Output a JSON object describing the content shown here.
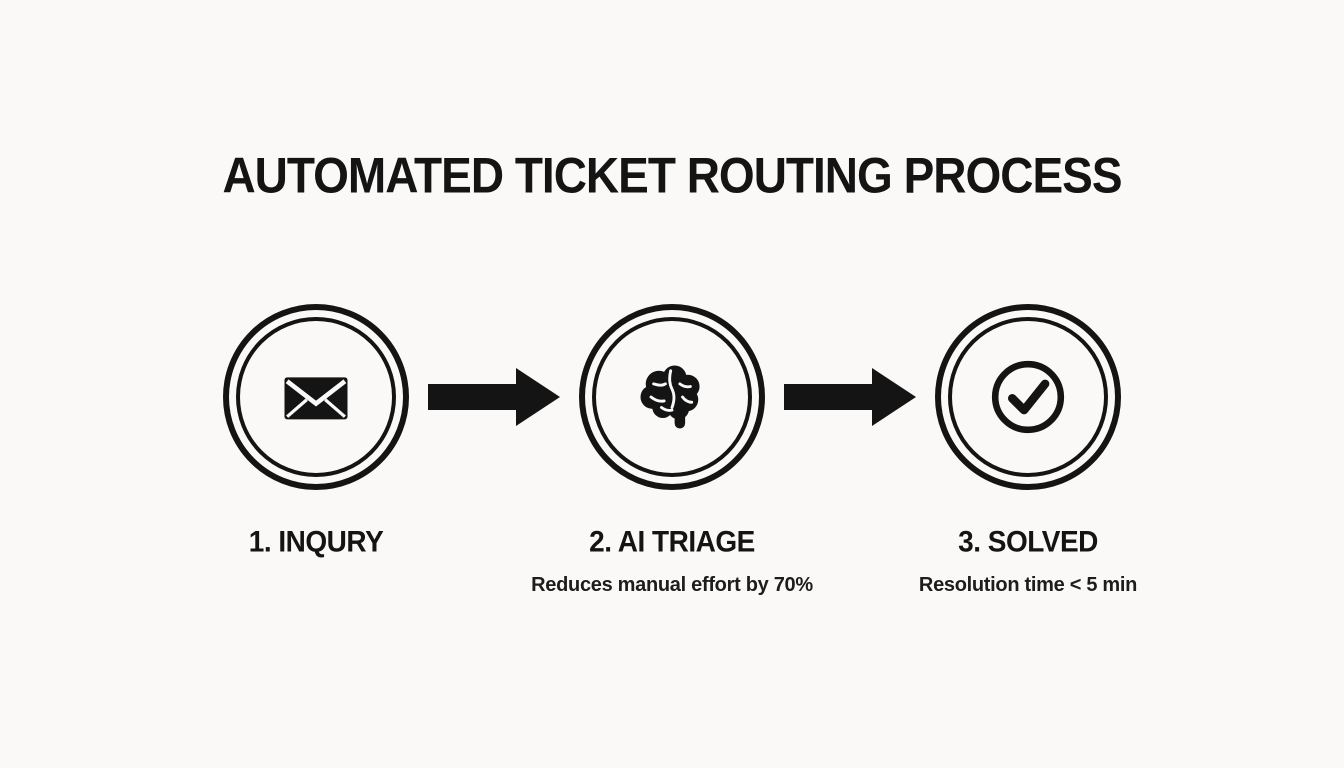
{
  "title": "AUTOMATED TICKET ROUTING PROCESS",
  "steps": [
    {
      "label": "1. INQURY",
      "sub": "",
      "icon": "envelope-icon"
    },
    {
      "label": "2. AI TRIAGE",
      "sub": "Reduces manual effort by 70%",
      "icon": "brain-icon"
    },
    {
      "label": "3. SOLVED",
      "sub": "Resolution time < 5 min",
      "icon": "check-circle-icon"
    }
  ],
  "colors": {
    "ink": "#141414",
    "background": "#faf9f7"
  }
}
